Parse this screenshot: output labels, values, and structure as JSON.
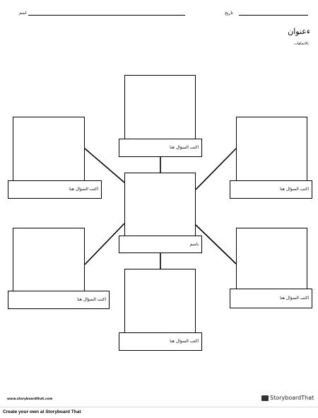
{
  "header": {
    "name_label": "اسم",
    "date_label": "تاريخ"
  },
  "title": "ءعنوان",
  "instructions": "بالاتجاهات",
  "center_caption": "باسم",
  "question_caption": "اكتب السؤال هنا",
  "website": "www.storyboardthat.com",
  "brand": "StoryboardThat",
  "footer": {
    "link": "Create your own at Storyboard That"
  }
}
